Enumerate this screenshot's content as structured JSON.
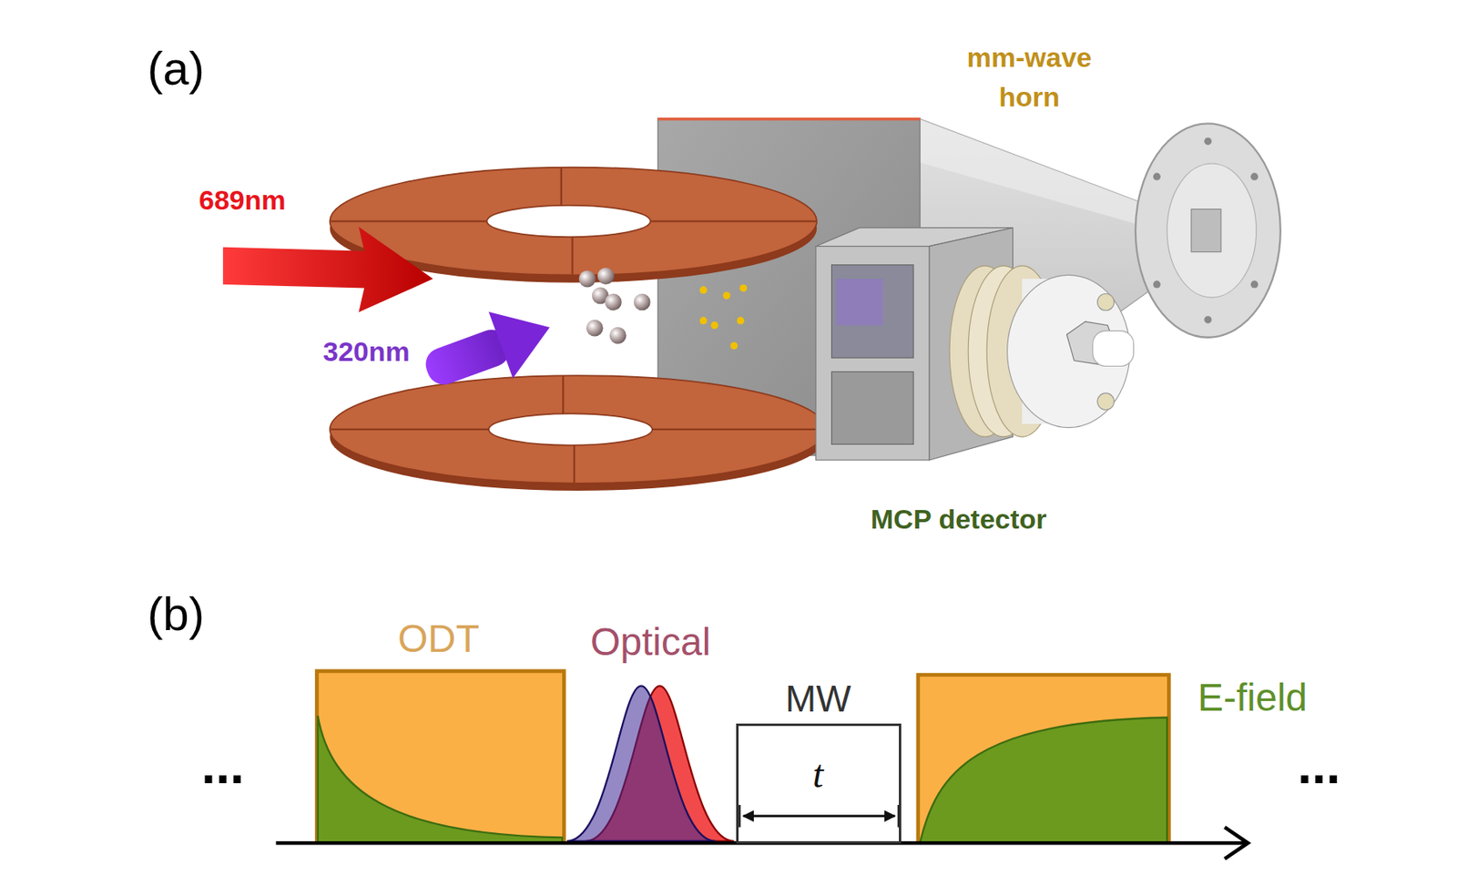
{
  "diagram": {
    "nodes": [
      {
        "text": [
          "MW",
          "t"
        ]
      }
    ],
    "labels": [
      "(a)",
      "mm-wave horn",
      "689nm",
      "320nm",
      "MCP detector",
      "(b)",
      "ODT",
      "Optical",
      "E-field",
      "...",
      "..."
    ]
  }
}
